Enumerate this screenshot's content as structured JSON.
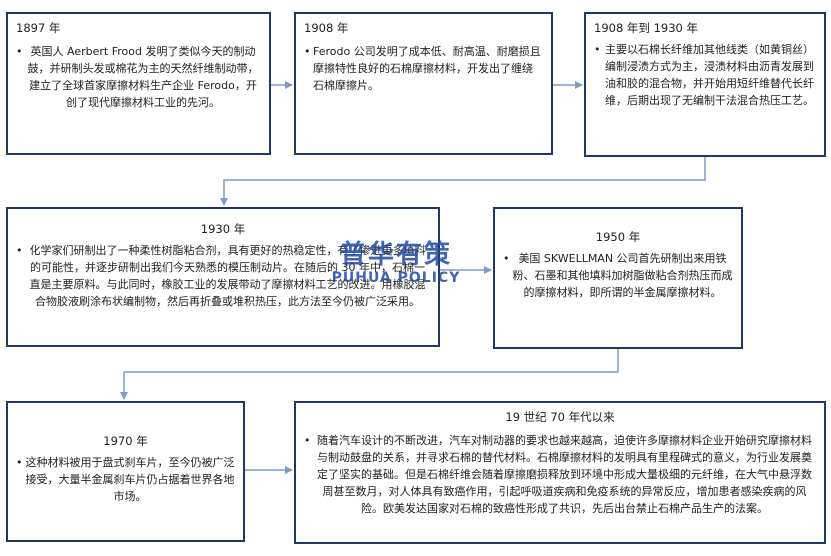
{
  "colors": {
    "border": "#1f3864",
    "connector": "#7f9cc7",
    "watermark": "#1f4aa0"
  },
  "boxes": {
    "b1897": {
      "title": "1897 年",
      "bullet": "•",
      "text": "英国人 Aerbert Frood 发明了类似今天的制动鼓，并研制头发或棉花为主的天然纤维制动带，建立了全球首家摩擦材料生产企业 Ferodo，开创了现代摩擦材料工业的先河。"
    },
    "b1908": {
      "title": "1908 年",
      "bullet": "•",
      "text": "Ferodo 公司发明了成本低、耐高温、耐磨损且摩擦特性良好的石棉摩擦材料，开发出了缠绕石棉摩擦片。"
    },
    "b1908_1930": {
      "title": "1908 年到 1930 年",
      "bullet": "•",
      "text": "主要以石棉长纤维加其他线类（如黄铜丝）编制浸渍方式为主，浸渍材料由沥青发展到油和胶的混合物，并开始用短纤维替代长纤维，后期出现了无编制干法混合热压工艺。"
    },
    "b1930": {
      "title": "1930 年",
      "bullet": "•",
      "text": "化学家们研制出了一种柔性树脂粘合剂，具有更好的热稳定性，有了掺进更多填料的可能性，并逐步研制出我们今天熟悉的模压制动片。在随后的 30 年中，石棉一直是主要原料。与此同时，橡胶工业的发展带动了摩擦材料工艺的改进。用橡胶混合物胶液刷涂布状编制物，然后再折叠或堆积热压，此方法至今仍被广泛采用。"
    },
    "b1950": {
      "title": "1950 年",
      "bullet": "•",
      "text": "美国 SKWELLMAN 公司首先研制出来用铁粉、石墨和其他填料加树脂做粘合剂热压而成的摩擦材料，即所谓的半金属摩擦材料。"
    },
    "b1970": {
      "title": "1970 年",
      "bullet": "•",
      "text": "这种材料被用于盘式刹车片，至今仍被广泛接受，大量半金属刹车片仍占据着世界各地市场。"
    },
    "b70s": {
      "title": "19 世纪 70 年代以来",
      "bullet": "•",
      "text": "随着汽车设计的不断改进，汽车对制动器的要求也越来越高，迫使许多摩擦材料企业开始研究摩擦材料与制动鼓盘的关系，并寻求石棉的替代材料。石棉摩擦材料的发明具有里程碑式的意义，为行业发展奠定了坚实的基础。但是石棉纤维会随着摩擦磨损释放到环境中形成大量极细的元纤维，在大气中悬浮数周甚至数月，对人体具有致癌作用，引起呼吸道疾病和免疫系统的异常反应，增加患者感染疾病的风险。欧美发达国家对石棉的致癌性形成了共识，先后出台禁止石棉产品生产的法案。"
    }
  },
  "watermark": {
    "cn": "普华有策",
    "en": "PUHUA POLICY"
  }
}
